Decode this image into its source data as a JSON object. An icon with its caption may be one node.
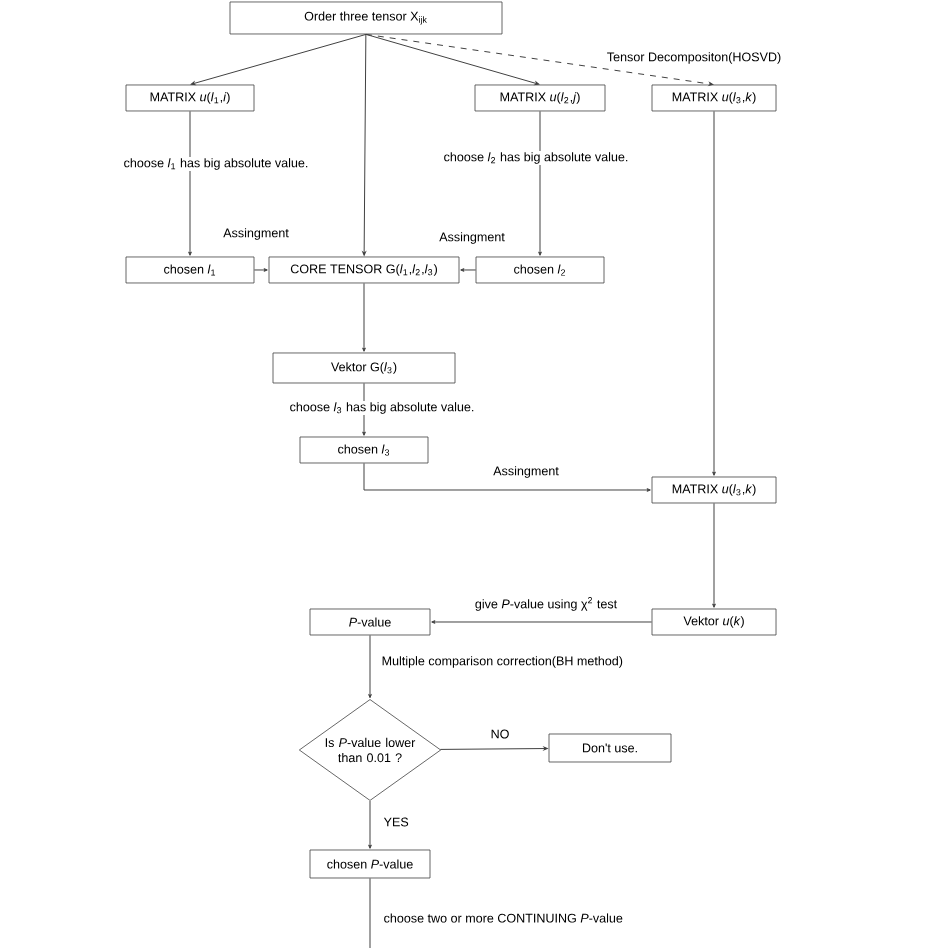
{
  "diagram": {
    "nodes": [
      {
        "text": [
          "Order three tensor X$_{ijk}$"
        ]
      },
      {
        "text": [
          "MATRIX *u*(*l*$_{1}$,*i*)"
        ]
      },
      {
        "text": [
          "MATRIX *u*(*l*$_{2}$,*j*)"
        ]
      },
      {
        "text": [
          "MATRIX *u*(*l*$_{3}$,*k*)"
        ]
      },
      {
        "text": [
          "chosen *l*$_{1}$"
        ]
      },
      {
        "text": [
          "CORE TENSOR G(*l*$_{1}$,*l*$_{2}$,*l*$_{3}$)"
        ]
      },
      {
        "text": [
          "chosen *l*$_{2}$"
        ]
      },
      {
        "text": [
          "Vektor G(*l*$_{3}$)"
        ]
      },
      {
        "text": [
          "chosen *l*$_{3}$"
        ]
      },
      {
        "text": [
          "MATRIX *u*(*l*$_{3}$,*k*)"
        ]
      },
      {
        "text": [
          "Vektor *u*(*k*)"
        ]
      },
      {
        "text": [
          "*P*-value"
        ]
      },
      {
        "text": [
          "Is *P*-value lower than 0.01 ?"
        ]
      },
      {
        "text": [
          "Don't use."
        ]
      },
      {
        "text": [
          "chosen *P*-value"
        ]
      }
    ],
    "edges": [
      {
        "from": 0,
        "to": 1,
        "arrow": "to"
      },
      {
        "from": 0,
        "to": 5,
        "arrow": "to"
      },
      {
        "from": 0,
        "to": 2,
        "arrow": "to"
      },
      {
        "from": 0,
        "to": 3,
        "arrow": "to",
        "style": "dashed",
        "label": "Tensor Decompositon(HOSVD)"
      },
      {
        "from": 1,
        "to": 4,
        "arrow": "to",
        "label": "choose *l*$_{1}$ has big absolute value."
      },
      {
        "from": 2,
        "to": 6,
        "arrow": "to",
        "label": "choose *l*$_{2}$ has big absolute value."
      },
      {
        "from": 4,
        "to": 5,
        "arrow": "to",
        "label": "Assingment"
      },
      {
        "from": 6,
        "to": 5,
        "arrow": "to",
        "label": "Assingment"
      },
      {
        "from": 5,
        "to": 7,
        "arrow": "to"
      },
      {
        "from": 7,
        "to": 8,
        "arrow": "to",
        "label": "choose *l*$_{3}$ has big absolute value."
      },
      {
        "from": 8,
        "to": 9,
        "arrow": "to",
        "label": "Assingment"
      },
      {
        "from": 3,
        "to": 9,
        "arrow": "to"
      },
      {
        "from": 9,
        "to": 10,
        "arrow": "to"
      },
      {
        "from": 10,
        "to": 11,
        "arrow": "to",
        "label": "give *P*-value using χ$^{2}$ test"
      },
      {
        "from": 11,
        "to": 12,
        "arrow": "to",
        "label": "Multiple comparison correction(BH method)"
      },
      {
        "from": 12,
        "to": 13,
        "arrow": "to",
        "label": "NO"
      },
      {
        "from": 12,
        "to": 14,
        "arrow": "to",
        "label": "YES"
      },
      {
        "from": 14,
        "to": null,
        "arrow": "none",
        "label": "choose two or more CONTINUING *P*-value"
      }
    ]
  }
}
